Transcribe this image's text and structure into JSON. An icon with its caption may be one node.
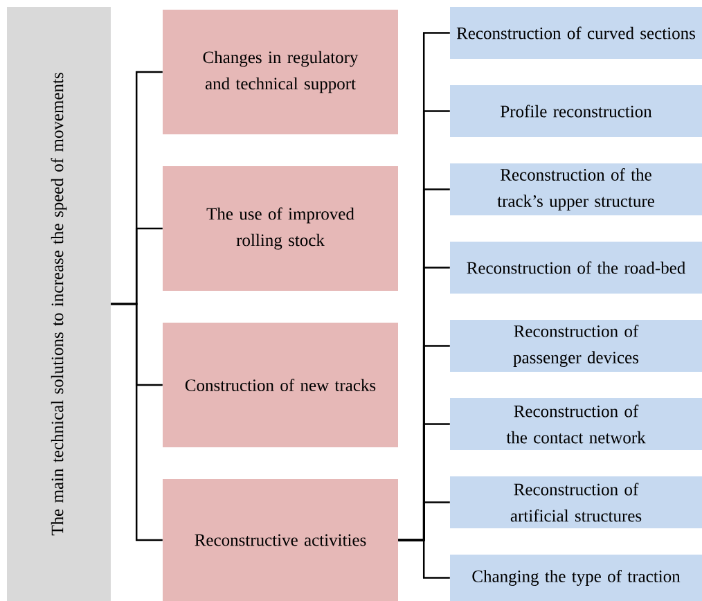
{
  "diagram": {
    "nodes": [
      {
        "text": [
          "The main technical solutions to increase the speed of movements"
        ]
      },
      {
        "text": [
          "Changes in regulatory and technical support"
        ]
      },
      {
        "text": [
          "The use of improved rolling stock"
        ]
      },
      {
        "text": [
          "Construction of new tracks"
        ]
      },
      {
        "text": [
          "Reconstructive activities"
        ]
      },
      {
        "text": [
          "Reconstruction of curved sections"
        ]
      },
      {
        "text": [
          "Profile reconstruction"
        ]
      },
      {
        "text": [
          "Reconstruction of the track’s upper structure"
        ]
      },
      {
        "text": [
          "Reconstruction of the road-bed"
        ]
      },
      {
        "text": [
          "Reconstruction of passenger devices"
        ]
      },
      {
        "text": [
          "Reconstruction of the contact network"
        ]
      },
      {
        "text": [
          "Reconstruction of artificial structures"
        ]
      },
      {
        "text": [
          "Changing the type of traction"
        ]
      }
    ],
    "edges": [
      {
        "from": 0,
        "to": 1,
        "arrow": "none"
      },
      {
        "from": 0,
        "to": 2,
        "arrow": "none"
      },
      {
        "from": 0,
        "to": 3,
        "arrow": "none"
      },
      {
        "from": 0,
        "to": 4,
        "arrow": "none"
      },
      {
        "from": 4,
        "to": 5,
        "arrow": "none"
      },
      {
        "from": 4,
        "to": 6,
        "arrow": "none"
      },
      {
        "from": 4,
        "to": 7,
        "arrow": "none"
      },
      {
        "from": 4,
        "to": 8,
        "arrow": "none"
      },
      {
        "from": 4,
        "to": 9,
        "arrow": "none"
      },
      {
        "from": 4,
        "to": 10,
        "arrow": "none"
      },
      {
        "from": 4,
        "to": 11,
        "arrow": "none"
      },
      {
        "from": 4,
        "to": 12,
        "arrow": "none"
      }
    ]
  }
}
